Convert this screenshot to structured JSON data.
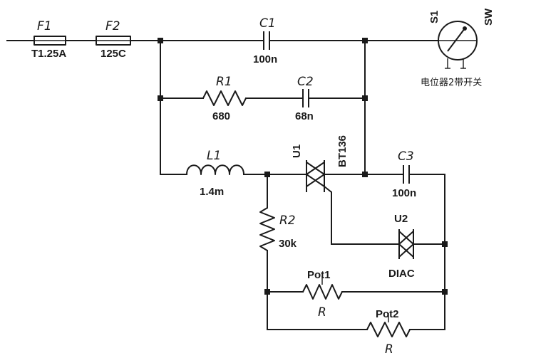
{
  "components": {
    "F1": {
      "ref": "F1",
      "value": "T1.25A"
    },
    "F2": {
      "ref": "F2",
      "value": "125C"
    },
    "C1": {
      "ref": "C1",
      "value": "100n"
    },
    "R1": {
      "ref": "R1",
      "value": "680"
    },
    "C2": {
      "ref": "C2",
      "value": "68n"
    },
    "L1": {
      "ref": "L1",
      "value": "1.4m"
    },
    "U1": {
      "ref": "U1",
      "value": "BT136"
    },
    "C3": {
      "ref": "C3",
      "value": "100n"
    },
    "R2": {
      "ref": "R2",
      "value": "30k"
    },
    "U2": {
      "ref": "U2",
      "value": "DIAC"
    },
    "Pot1": {
      "ref": "Pot1",
      "value": "R"
    },
    "Pot2": {
      "ref": "Pot2",
      "value": "R"
    },
    "S1": {
      "ref": "S1",
      "type": "SW",
      "note": "电位器2带开关"
    }
  }
}
